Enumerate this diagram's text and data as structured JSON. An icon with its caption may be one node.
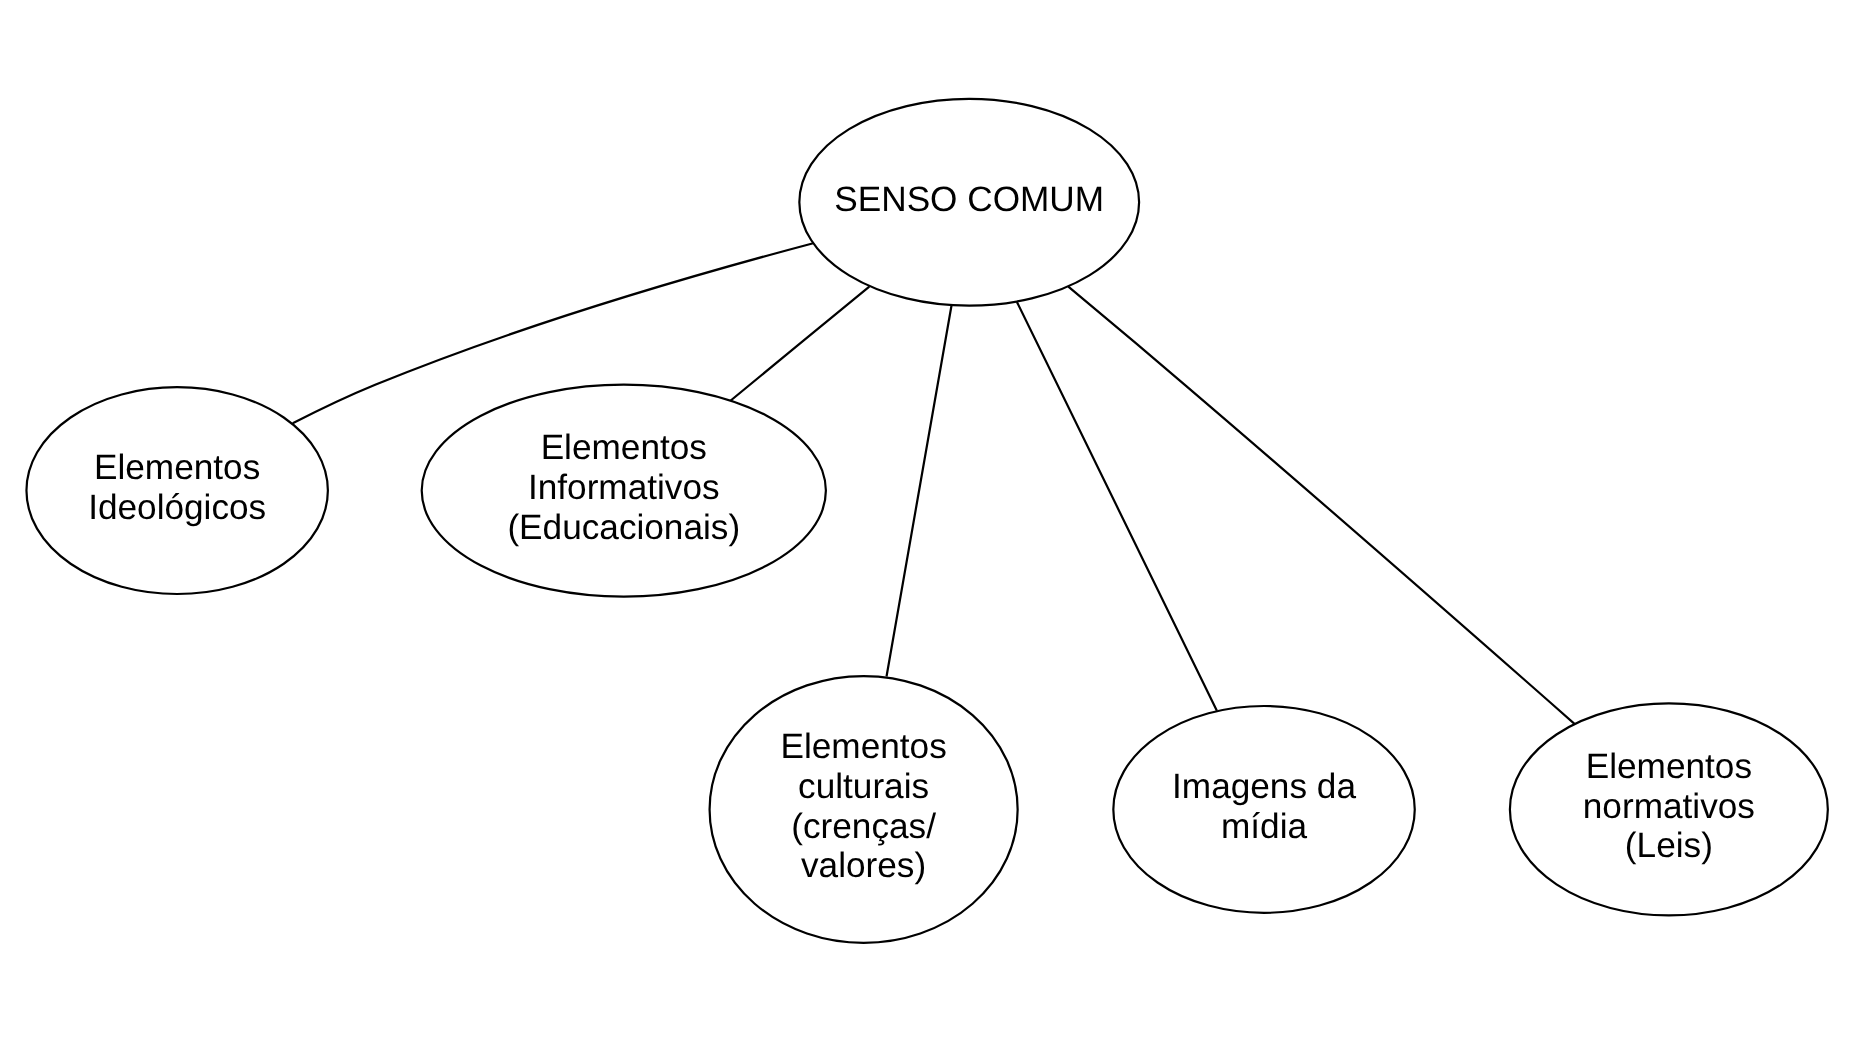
{
  "diagram": {
    "nodes": [
      {
        "text": [
          "SENSO COMUM"
        ]
      },
      {
        "text": [
          "Elementos Ideológicos"
        ]
      },
      {
        "text": [
          "Elementos Informativos (Educacionais)"
        ]
      },
      {
        "text": [
          "Elementos culturais (crenças/ valores)"
        ]
      },
      {
        "text": [
          "Imagens da mídia"
        ]
      },
      {
        "text": [
          "Elementos normativos (Leis)"
        ]
      }
    ],
    "edges": [
      {
        "from": 0,
        "to": 1,
        "arrow": "none"
      },
      {
        "from": 0,
        "to": 2,
        "arrow": "none"
      },
      {
        "from": 0,
        "to": 3,
        "arrow": "none"
      },
      {
        "from": 0,
        "to": 4,
        "arrow": "none"
      },
      {
        "from": 0,
        "to": 5,
        "arrow": "none"
      }
    ]
  }
}
